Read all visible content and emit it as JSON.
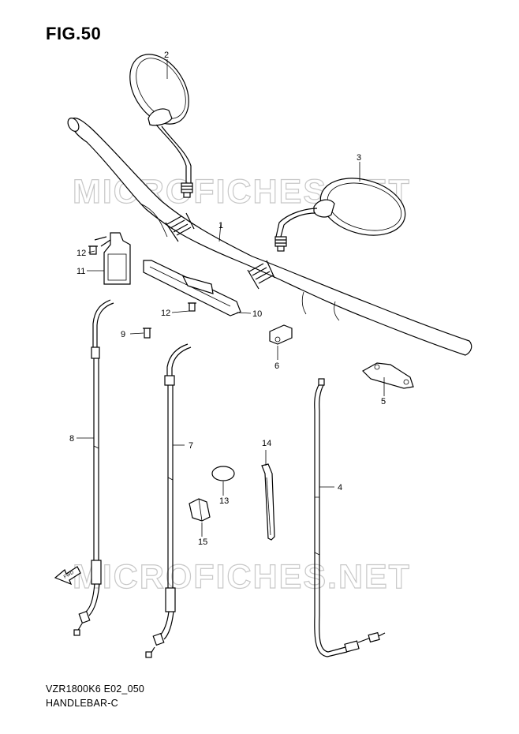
{
  "figure": {
    "title": "FIG.50",
    "model_code": "VZR1800K6 E02_050",
    "section_name": "HANDLEBAR-C",
    "watermark": "MICROFICHES.NET"
  },
  "callouts": [
    {
      "id": "1"
    },
    {
      "id": "2"
    },
    {
      "id": "3"
    },
    {
      "id": "4"
    },
    {
      "id": "5"
    },
    {
      "id": "6"
    },
    {
      "id": "7"
    },
    {
      "id": "8"
    },
    {
      "id": "9"
    },
    {
      "id": "10"
    },
    {
      "id": "11"
    },
    {
      "id": "12"
    },
    {
      "id": "12b",
      "label": "12"
    },
    {
      "id": "13"
    },
    {
      "id": "14"
    },
    {
      "id": "15"
    }
  ],
  "fwd_arrow": {
    "label": "FWD"
  }
}
